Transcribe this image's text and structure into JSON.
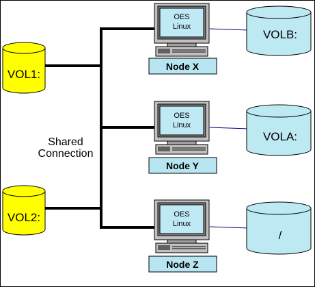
{
  "diagram": {
    "shared_connection_label": [
      "Shared",
      "Connection"
    ],
    "shared_volumes": [
      {
        "label": "VOL1:",
        "color": "#ffff00"
      },
      {
        "label": "VOL2:",
        "color": "#ffff00"
      }
    ],
    "nodes": [
      {
        "name": "Node X",
        "os": [
          "OES",
          "Linux"
        ],
        "local_volume": "VOLB:"
      },
      {
        "name": "Node Y",
        "os": [
          "OES",
          "Linux"
        ],
        "local_volume": "VOLA:"
      },
      {
        "name": "Node Z",
        "os": [
          "OES",
          "Linux"
        ],
        "local_volume": "/"
      }
    ],
    "colors": {
      "shared_volume_fill": "#ffff00",
      "local_volume_fill": "#bde9f3",
      "node_label_fill": "#b7e5f1",
      "monitor_body": "#c0c0c0",
      "monitor_screen": "#bfe9f5",
      "link_line": "#000080"
    }
  }
}
